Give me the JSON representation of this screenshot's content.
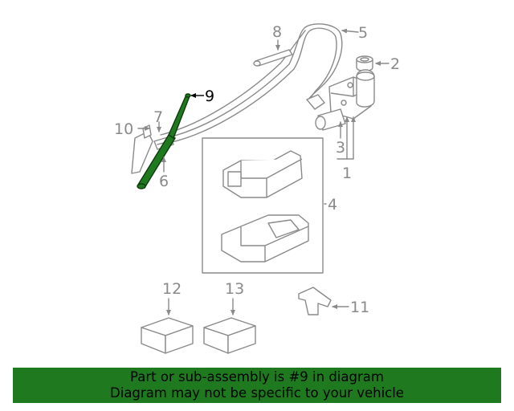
{
  "callouts": {
    "c1": "1",
    "c2": "2",
    "c3": "3",
    "c4": "4",
    "c5": "5",
    "c6": "6",
    "c7": "7",
    "c8": "8",
    "c9": "9",
    "c10": "10",
    "c11": "11",
    "c12": "12",
    "c13": "13"
  },
  "highlight_part": "9",
  "colors": {
    "highlight": "#1f7a1f",
    "linework": "#8a8a8a",
    "banner": "#1f7a1f"
  },
  "banner": {
    "line1": "Part or sub-assembly is #9 in diagram",
    "line2": "Diagram may not be specific to your vehicle"
  }
}
